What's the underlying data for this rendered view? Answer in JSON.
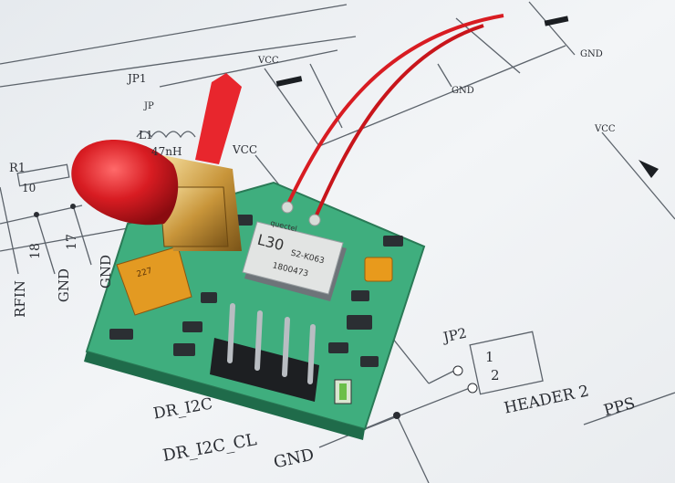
{
  "schematic": {
    "labels": {
      "jp1": "JP1",
      "jp": "JP",
      "vcc_top": "VCC",
      "vcc_mid": "VCC",
      "vcc_right": "VCC",
      "gnd_top": "GND",
      "gnd_mid": "GND",
      "l1": "L1",
      "l1_value": "47nH",
      "r1": "R1",
      "r1_value": "10",
      "pin18": "18",
      "pin17": "17",
      "rfin": "RFIN",
      "gnd_pin1": "GND",
      "gnd_pin2": "GND",
      "jp2": "JP2",
      "jp2_pin1": "1",
      "jp2_pin2": "2",
      "header2": "HEADER 2",
      "pps": "PPS",
      "dr_i2c": "DR_I2C",
      "dr_i2c_cl": "DR_I2C_CL",
      "gnd_bottom": "GND"
    }
  },
  "module": {
    "chip_brand": "quectel",
    "chip_model": "L30",
    "chip_code": "S2-K063",
    "chip_serial": "1800473",
    "capacitor_marking": "227"
  },
  "colors": {
    "paper": "#eef1f4",
    "pcb": "#3fae7e",
    "wire": "#d81c22",
    "gold": "#c8953a",
    "ink": "#2a2d33"
  }
}
